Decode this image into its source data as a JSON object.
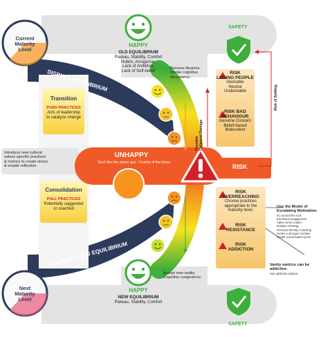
{
  "top": {
    "happy": "HAPPY",
    "title": "OLD EQUILIBRIUM",
    "lines": [
      "Plateau, Stability, Comfort",
      "Hubris, Arrogance,",
      "Lack of Ambition,",
      "Lack of Self-belief"
    ]
  },
  "bottom": {
    "happy": "HAPPY",
    "title": "NEW EQUILIBRIUM",
    "line": "Plateau, Stability, Comfort"
  },
  "safety_top": "SAFETY",
  "safety_bottom": "SAFETY",
  "current_level": [
    "Current",
    "Maturity",
    "Level"
  ],
  "next_level": [
    "Next",
    "Maturity",
    "Level"
  ],
  "band_disrupt": "DISRUPT EQUILIBRIUM",
  "band_stabilize": "STABILIZE NEW EQUILIBRIUM",
  "transition": {
    "title": "Transition",
    "sub": "PUSH PRACTICES",
    "lines": [
      "Acts of leadership",
      "to catalyze change"
    ]
  },
  "consolidation": {
    "title": "Consolidation",
    "sub": "PULL PRACTICES",
    "lines": [
      "Potentially suggested",
      "or coached"
    ]
  },
  "intro_note": [
    "Introduce new cultural",
    "values specific practices",
    "& metrics to create stress",
    "& enable reflection."
  ],
  "center": {
    "unhappy": "UNHAPPY",
    "line": "Don't like the status quo - Fearful of the future"
  },
  "remove_note": [
    "Remove illusions.",
    "Invoke cognitive",
    "dissonance."
  ],
  "accept_note": [
    "Accept new reality.",
    "Cognitive congruence."
  ],
  "possible_damage": [
    "Possible",
    "Collateral Damage"
  ],
  "risk_of_settling": "Risk of Settling",
  "risk_main": "RISK",
  "risk_top": [
    {
      "title": [
        "RISK",
        "LOSING PEOPLE"
      ],
      "lines": [
        "Desirable",
        "Neutral",
        "Undesirable"
      ]
    },
    {
      "title": [
        "RISK BAD",
        "BEHAVIOUR"
      ],
      "lines": [
        "Genuine Concern",
        "Belief-based",
        "Malevolent"
      ]
    }
  ],
  "risk_bottom": [
    {
      "title": [
        "RISK",
        "OVERREACHING"
      ],
      "lines": [
        "Choose practices",
        "appropriate to the",
        "maturity level."
      ]
    },
    {
      "title": [
        "RISK",
        "RESISTANCE"
      ],
      "lines": []
    },
    {
      "title": [
        "RISK",
        "ADDICTION"
      ],
      "lines": []
    }
  ],
  "model_note": {
    "title": [
      "Use the Model of",
      "Escalating Motivation."
    ],
    "items": [
      "Go around the rock",
      "Emotional engagement",
      "Alpha Geek Leader",
      "Isolation Strategy",
      "Personal Identity Coaching",
      "Invoke a stronger emotion",
      "Create a punctuation point"
    ]
  },
  "vanity_note": {
    "title": [
      "Vanity metrics can be",
      "addictive."
    ],
    "item": "Use addiction solution"
  },
  "colors": {
    "orange": "#ef5a28",
    "yellow": "#f7e11d",
    "green": "#3eae3c",
    "red": "#d32027",
    "navy": "#2c3a5c",
    "grey": "#e3e3e3"
  }
}
